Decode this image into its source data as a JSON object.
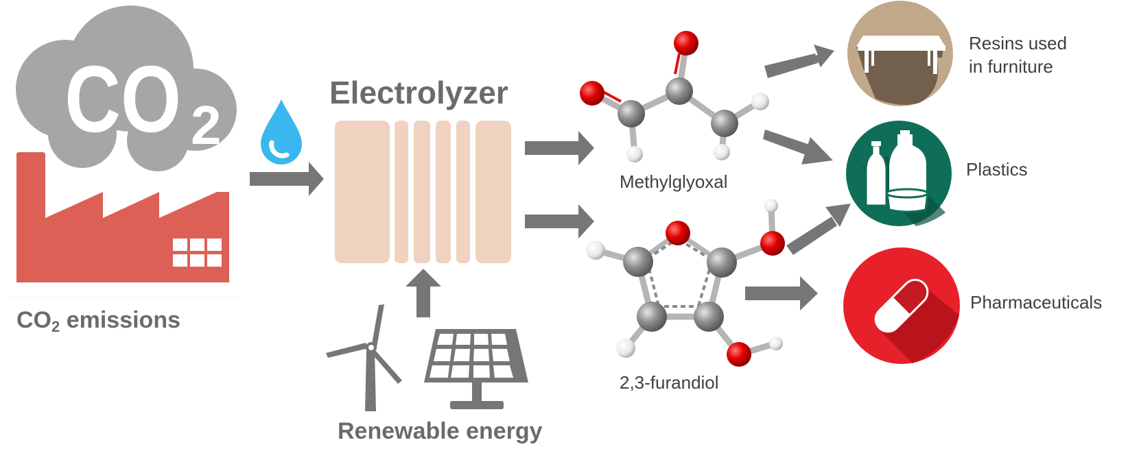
{
  "co2": {
    "cloud_text": "CO",
    "cloud_subscript": "2",
    "label_main": "CO",
    "label_sub": "2",
    "label_rest": " emissions"
  },
  "electrolyzer": {
    "title": "Electrolyzer"
  },
  "energy": {
    "label": "Renewable energy"
  },
  "molecules": [
    {
      "name": "Methylglyoxal"
    },
    {
      "name": "2,3-furandiol"
    }
  ],
  "applications": [
    {
      "line1": "Resins used",
      "line2": "in furniture",
      "icon": "table-icon"
    },
    {
      "label": "Plastics",
      "icon": "bottles-icon"
    },
    {
      "label": "Pharmaceuticals",
      "icon": "pill-icon"
    }
  ],
  "colors": {
    "gray_arrow": "#767676",
    "cloud": "#a6a6a6",
    "factory": "#dc6056",
    "water": "#3ab7ef",
    "electrolyzer": "#efd2c0",
    "oxygen": "#e00000",
    "carbon": "#8c8c8c",
    "hydrogen": "#e6e6e6",
    "resin_circle": "#c1a88a",
    "plastics_circle": "#0f6e57",
    "pharma_circle": "#e8202a"
  }
}
